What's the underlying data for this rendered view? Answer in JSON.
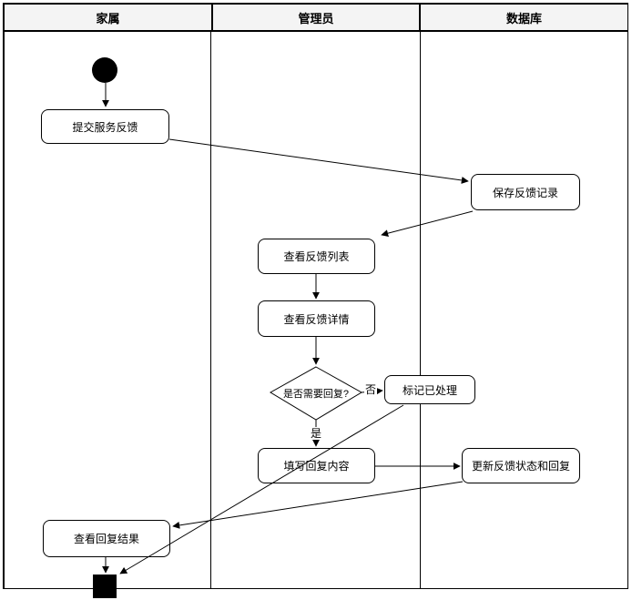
{
  "lanes": [
    {
      "label": "家属"
    },
    {
      "label": "管理员"
    },
    {
      "label": "数据库"
    }
  ],
  "nodes": {
    "submit": {
      "label": "提交服务反馈"
    },
    "save": {
      "label": "保存反馈记录"
    },
    "list": {
      "label": "查看反馈列表"
    },
    "detail": {
      "label": "查看反馈详情"
    },
    "decision": {
      "label": "是否需要回复?"
    },
    "mark": {
      "label": "标记已处理"
    },
    "fill": {
      "label": "填写回复内容"
    },
    "update": {
      "label": "更新反馈状态和回复"
    },
    "result": {
      "label": "查看回复结果"
    }
  },
  "edge_labels": {
    "no": "否",
    "yes": "是"
  },
  "colors": {
    "stroke": "#000000",
    "header_bg": "#f4f4f4",
    "node_fill": "#ffffff",
    "text": "#000000"
  }
}
